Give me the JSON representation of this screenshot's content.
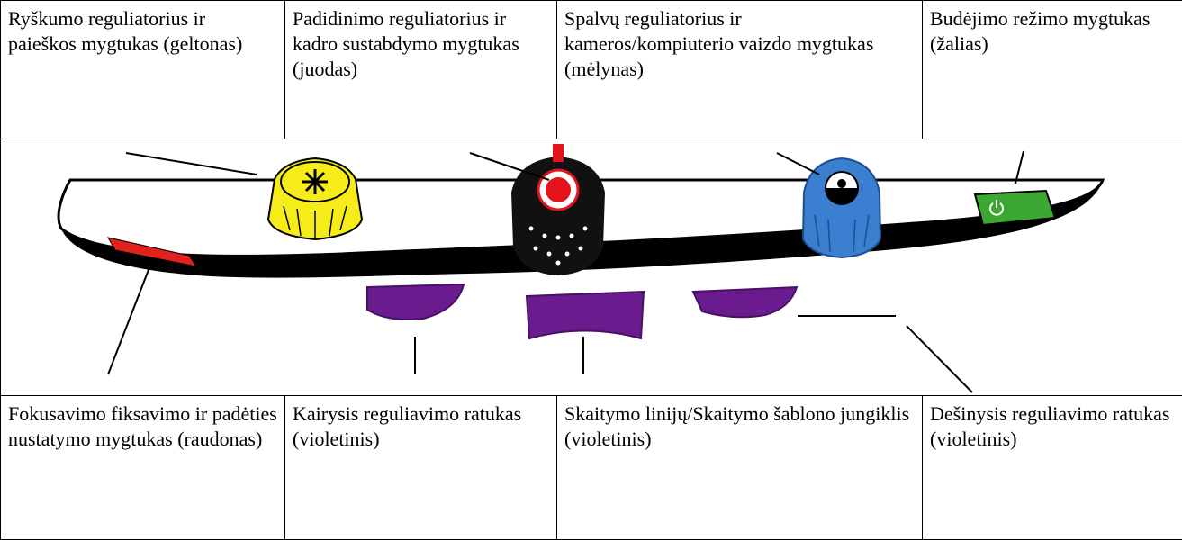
{
  "top_labels": [
    "Ryškumo reguliatorius ir paieškos mygtukas (geltonas)",
    "Padidinimo reguliatorius ir kadro sustabdymo mygtukas (juodas)",
    "Spalvų reguliatorius ir kameros/kompiuterio vaizdo mygtukas (mėlynas)",
    "Budėjimo režimo mygtukas (žalias)"
  ],
  "bottom_labels": [
    "Fokusavimo fiksavimo ir padėties nustatymo mygtukas (raudonas)",
    "Kairysis reguliavimo ratukas (violetinis)",
    "Skaitymo linijų/Skaitymo šablono jungiklis (violetinis)",
    "Dešinysis reguliavimo ratukas (violetinis)"
  ],
  "colors": {
    "yellow_knob": "#f5ec1a",
    "black_knob": "#111111",
    "red_center": "#e3141b",
    "blue_knob": "#3a7fd0",
    "green_button": "#3aa832",
    "red_button": "#e3201e",
    "purple_wheel": "#6a1b8e"
  },
  "icons": {
    "yellow_knob": "brightness-sun-icon",
    "black_knob": "zoom-dial-icon",
    "blue_knob": "color-mode-icon",
    "green_button": "power-icon"
  }
}
